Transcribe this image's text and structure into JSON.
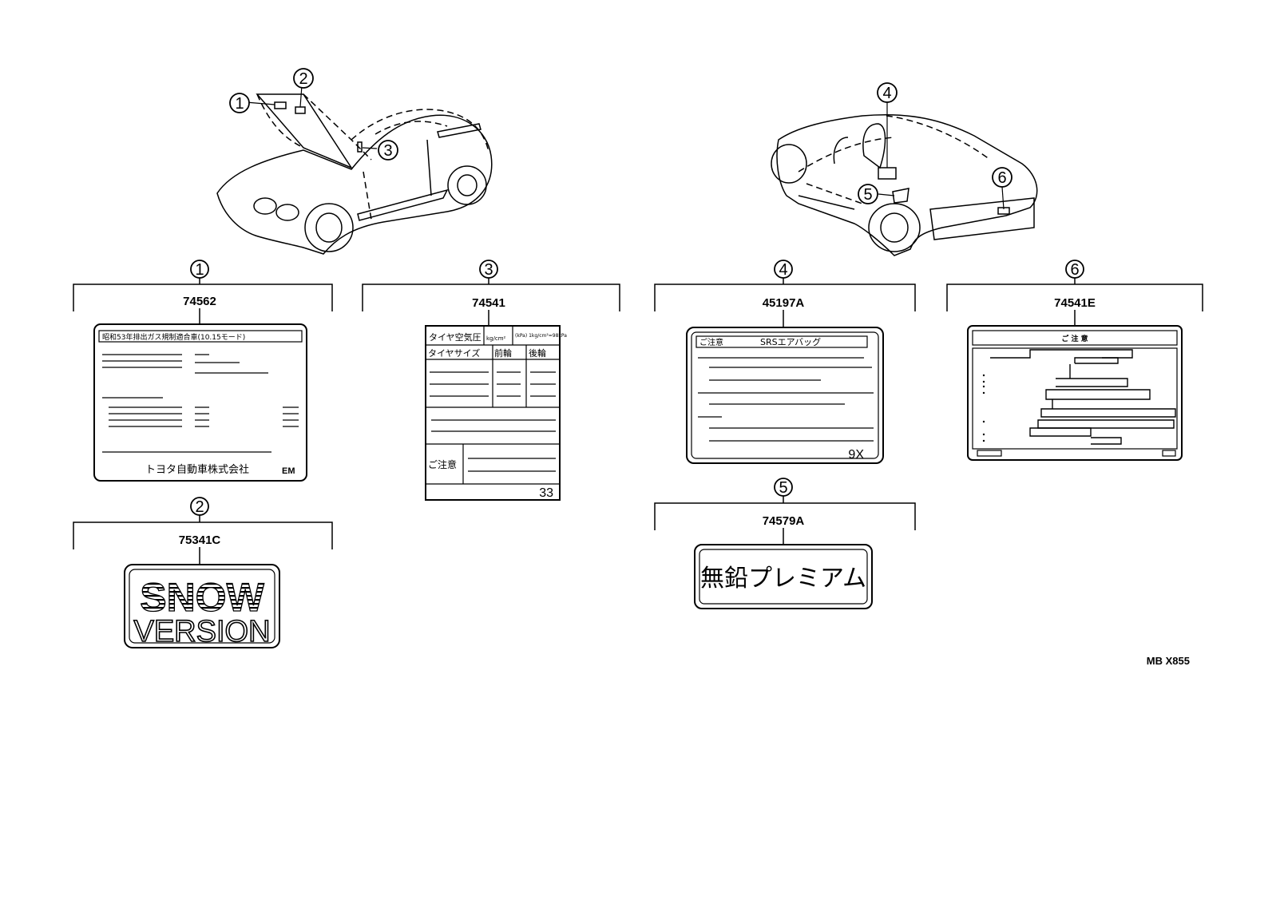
{
  "callouts": {
    "c1": "1",
    "c2": "2",
    "c3": "3",
    "c4": "4",
    "c5": "5",
    "c6": "6"
  },
  "labels": {
    "l1": {
      "part": "74562",
      "header": "昭和53年排出ガス規制適合車(10.15モード)",
      "maker": "トヨタ自動車株式会社",
      "code": "EM"
    },
    "l2": {
      "part": "75341C",
      "line1": "SNOW",
      "line2": "VERSION"
    },
    "l3": {
      "part": "74541",
      "title": "タイヤ空気圧",
      "unit": "kg/cm²",
      "note": "(kPa) 1kg/cm²=98kPa",
      "col1": "タイヤサイズ",
      "col2": "前輪",
      "col3": "後輪",
      "caution": "ご注意",
      "code": "33"
    },
    "l4": {
      "part": "45197A",
      "head1": "ご注意",
      "head2": "SRSエアバッグ",
      "code": "9X"
    },
    "l5": {
      "part": "74579A",
      "text": "無鉛プレミアム"
    },
    "l6": {
      "part": "74541E",
      "title": "ご 注 意"
    }
  },
  "footer": {
    "code": "MB X855"
  }
}
